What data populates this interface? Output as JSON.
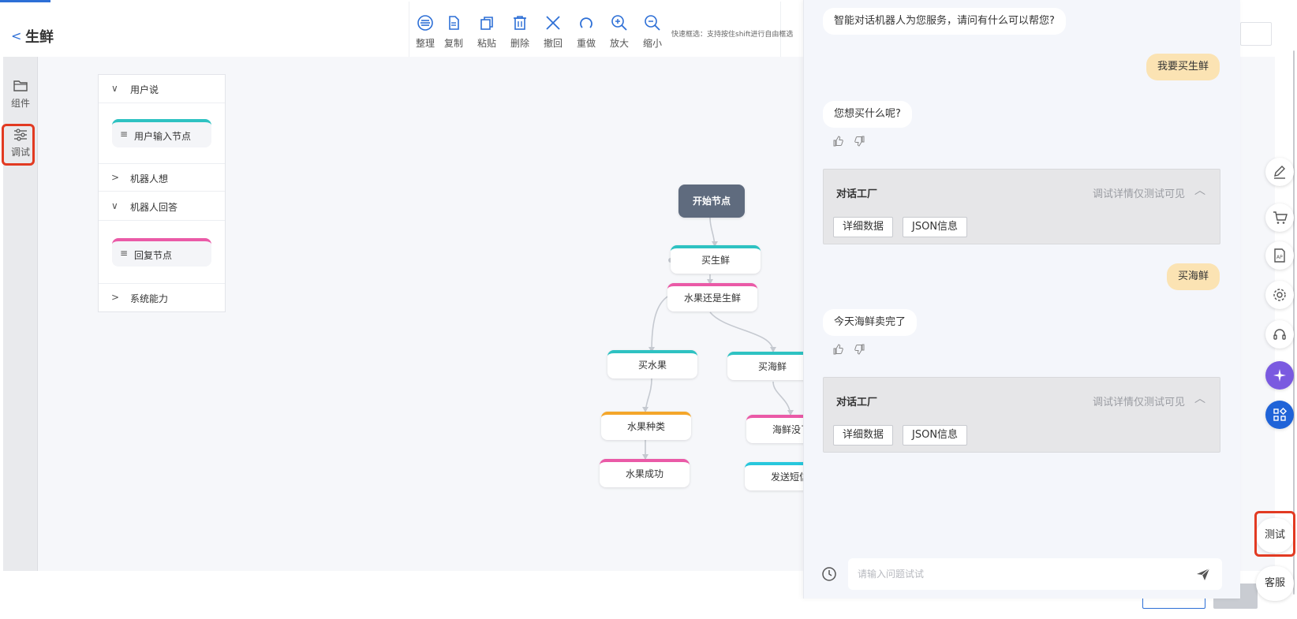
{
  "header": {
    "back_icon": "chevron-left-icon",
    "title": "生鲜"
  },
  "toolbar": {
    "tools": [
      {
        "label": "整理",
        "icon": "arrange-icon"
      },
      {
        "label": "复制",
        "icon": "copy-icon"
      },
      {
        "label": "粘贴",
        "icon": "paste-icon"
      },
      {
        "label": "删除",
        "icon": "delete-icon"
      },
      {
        "label": "撤回",
        "icon": "undo-icon"
      },
      {
        "label": "重做",
        "icon": "redo-icon"
      },
      {
        "label": "放大",
        "icon": "zoom-in-icon"
      },
      {
        "label": "缩小",
        "icon": "zoom-out-icon"
      }
    ],
    "tip": "快速框选：支持按住shift进行自由框选"
  },
  "rail": {
    "components": "组件",
    "debug": "调试"
  },
  "panel": {
    "groups": [
      {
        "label": "用户说",
        "expanded": true
      },
      {
        "label": "机器人想",
        "expanded": false
      },
      {
        "label": "机器人回答",
        "expanded": true
      },
      {
        "label": "系统能力",
        "expanded": false
      }
    ],
    "user_input_node": "用户输入节点",
    "reply_node": "回复节点"
  },
  "flow": {
    "nodes": {
      "start": "开始节点",
      "buy_fresh": "买生鲜",
      "fruit_or_fresh": "水果还是生鲜",
      "buy_fruit": "买水果",
      "buy_seafood": "买海鲜",
      "fruit_type": "水果种类",
      "seafood_none": "海鲜没了",
      "fruit_success": "水果成功",
      "send_sms": "发送短信"
    }
  },
  "chat": {
    "greeting": "智能对话机器人为您服务，请问有什么可以帮您?",
    "user_msg1": "我要买生鲜",
    "bot_msg1": "您想买什么呢?",
    "user_msg2": "买海鲜",
    "bot_msg2": "今天海鲜卖完了",
    "debug_title": "对话工厂",
    "debug_note": "调试详情仅测试可见",
    "detail_btn": "详细数据",
    "json_btn": "JSON信息",
    "input_placeholder": "请输入问题试试",
    "colors": {
      "user_bubble": "#fbe3b3",
      "bot_bubble": "#ffffff",
      "accent": "#2d6fd6",
      "highlight": "#e23a22"
    }
  },
  "dock": {
    "test": "测试",
    "service": "客服"
  }
}
